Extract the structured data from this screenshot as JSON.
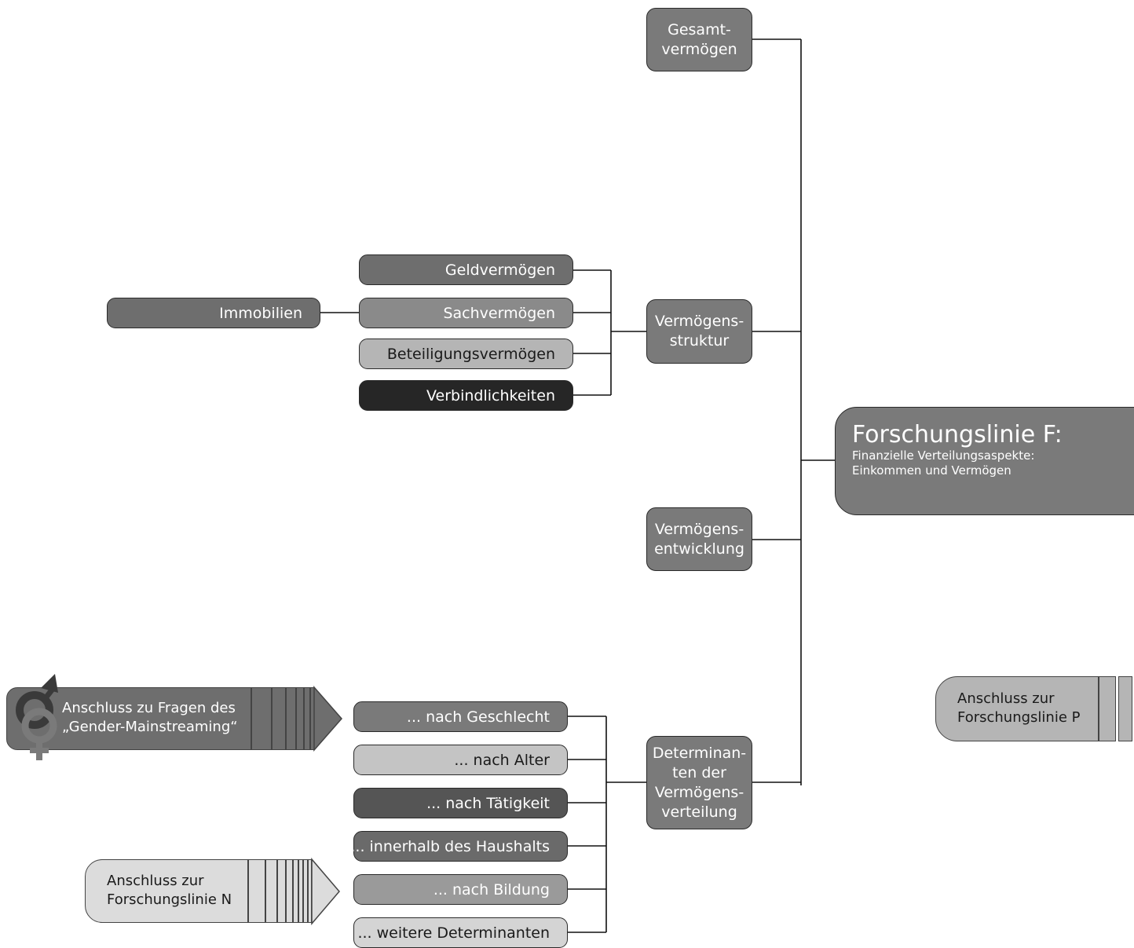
{
  "main": {
    "title": "Forschungslinie F:",
    "subtitle_line1": "Finanzielle Verteilungsaspekte:",
    "subtitle_line2": "Einkommen und Vermögen"
  },
  "branches": {
    "gesamt": "Gesamt-\nvermögen",
    "struktur": "Vermögens-\nstruktur",
    "entwicklung": "Vermögens-\nentwicklung",
    "determinanten": "Determinan-\nten der\nVermögens-\nverteilung"
  },
  "struktur_items": [
    "Geldvermögen",
    "Sachvermögen",
    "Beteiligungsvermögen",
    "Verbindlichkeiten"
  ],
  "immobilien": "Immobilien",
  "determinanten_items": [
    "... nach Geschlecht",
    "... nach Alter",
    "... nach Tätigkeit",
    "... innerhalb des Haushalts",
    "... nach Bildung",
    "... weitere Determinanten"
  ],
  "connections": {
    "gender": "Anschluss zu Fragen des\n„Gender-Mainstreaming“",
    "line_n": "Anschluss zur\nForschungslinie N",
    "line_p": "Anschluss zur\nForschungslinie P"
  },
  "colors": {
    "mid_gray": "#7a7a7a",
    "dark_gray": "#6e6e6e",
    "light_gray": "#b5b5b5",
    "black": "#262626",
    "lightest": "#dcdcdc"
  }
}
